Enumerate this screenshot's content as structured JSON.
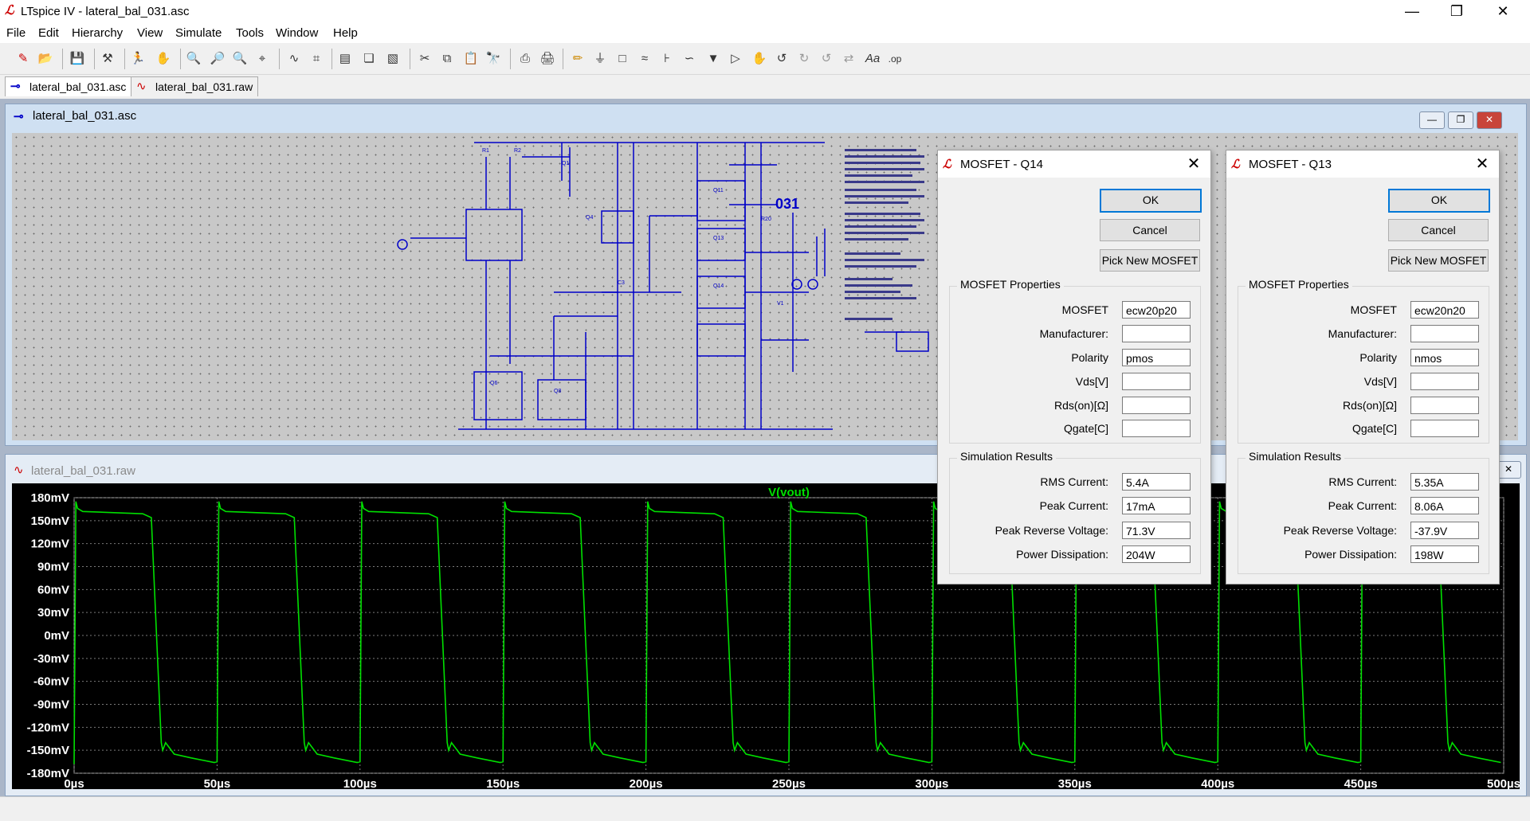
{
  "app": {
    "title": "LTspice IV - lateral_bal_031.asc"
  },
  "menu": [
    "File",
    "Edit",
    "Hierarchy",
    "View",
    "Simulate",
    "Tools",
    "Window",
    "Help"
  ],
  "tabs": [
    {
      "label": "lateral_bal_031.asc",
      "icon": "schematic-icon"
    },
    {
      "label": "lateral_bal_031.raw",
      "icon": "waveform-icon"
    }
  ],
  "schematic": {
    "title": "lateral_bal_031.asc",
    "label": "031"
  },
  "waveform": {
    "title": "lateral_bal_031.raw",
    "trace": "V(vout)",
    "yticks": [
      "180mV",
      "150mV",
      "120mV",
      "90mV",
      "60mV",
      "30mV",
      "0mV",
      "-30mV",
      "-60mV",
      "-90mV",
      "-120mV",
      "-150mV",
      "-180mV"
    ],
    "xticks": [
      "0µs",
      "50µs",
      "100µs",
      "150µs",
      "200µs",
      "250µs",
      "300µs",
      "350µs",
      "400µs",
      "450µs",
      "500µs"
    ],
    "trace_color": "#00e000"
  },
  "chart_data": {
    "type": "line",
    "title": "V(vout)",
    "xlabel": "",
    "ylabel": "",
    "xlim": [
      0,
      500
    ],
    "ylim": [
      -180,
      180
    ],
    "x_unit": "µs",
    "y_unit": "mV",
    "grid": true,
    "series": [
      {
        "name": "V(vout)",
        "waveform": "square",
        "period_us": 50,
        "high_mV": 160,
        "low_mV": -160,
        "rise_time_us": 1,
        "fall_start_us": 27,
        "overshoot_mV": 175
      }
    ]
  },
  "dialogs": [
    {
      "title": "MOSFET - Q14",
      "buttons": {
        "ok": "OK",
        "cancel": "Cancel",
        "pick": "Pick New MOSFET"
      },
      "properties_label": "MOSFET Properties",
      "properties": [
        {
          "label": "MOSFET",
          "value": "ecw20p20"
        },
        {
          "label": "Manufacturer:",
          "value": ""
        },
        {
          "label": "Polarity",
          "value": "pmos"
        },
        {
          "label": "Vds[V]",
          "value": ""
        },
        {
          "label": "Rds(on)[Ω]",
          "value": ""
        },
        {
          "label": "Qgate[C]",
          "value": ""
        }
      ],
      "results_label": "Simulation Results",
      "results": [
        {
          "label": "RMS Current:",
          "value": "5.4A"
        },
        {
          "label": "Peak Current:",
          "value": "17mA"
        },
        {
          "label": "Peak Reverse Voltage:",
          "value": "71.3V"
        },
        {
          "label": "Power Dissipation:",
          "value": "204W"
        }
      ]
    },
    {
      "title": "MOSFET - Q13",
      "buttons": {
        "ok": "OK",
        "cancel": "Cancel",
        "pick": "Pick New MOSFET"
      },
      "properties_label": "MOSFET Properties",
      "properties": [
        {
          "label": "MOSFET",
          "value": "ecw20n20"
        },
        {
          "label": "Manufacturer:",
          "value": ""
        },
        {
          "label": "Polarity",
          "value": "nmos"
        },
        {
          "label": "Vds[V]",
          "value": ""
        },
        {
          "label": "Rds(on)[Ω]",
          "value": ""
        },
        {
          "label": "Qgate[C]",
          "value": ""
        }
      ],
      "results_label": "Simulation Results",
      "results": [
        {
          "label": "RMS Current:",
          "value": "5.35A"
        },
        {
          "label": "Peak Current:",
          "value": "8.06A"
        },
        {
          "label": "Peak Reverse Voltage:",
          "value": "-37.9V"
        },
        {
          "label": "Power Dissipation:",
          "value": "198W"
        }
      ]
    }
  ]
}
